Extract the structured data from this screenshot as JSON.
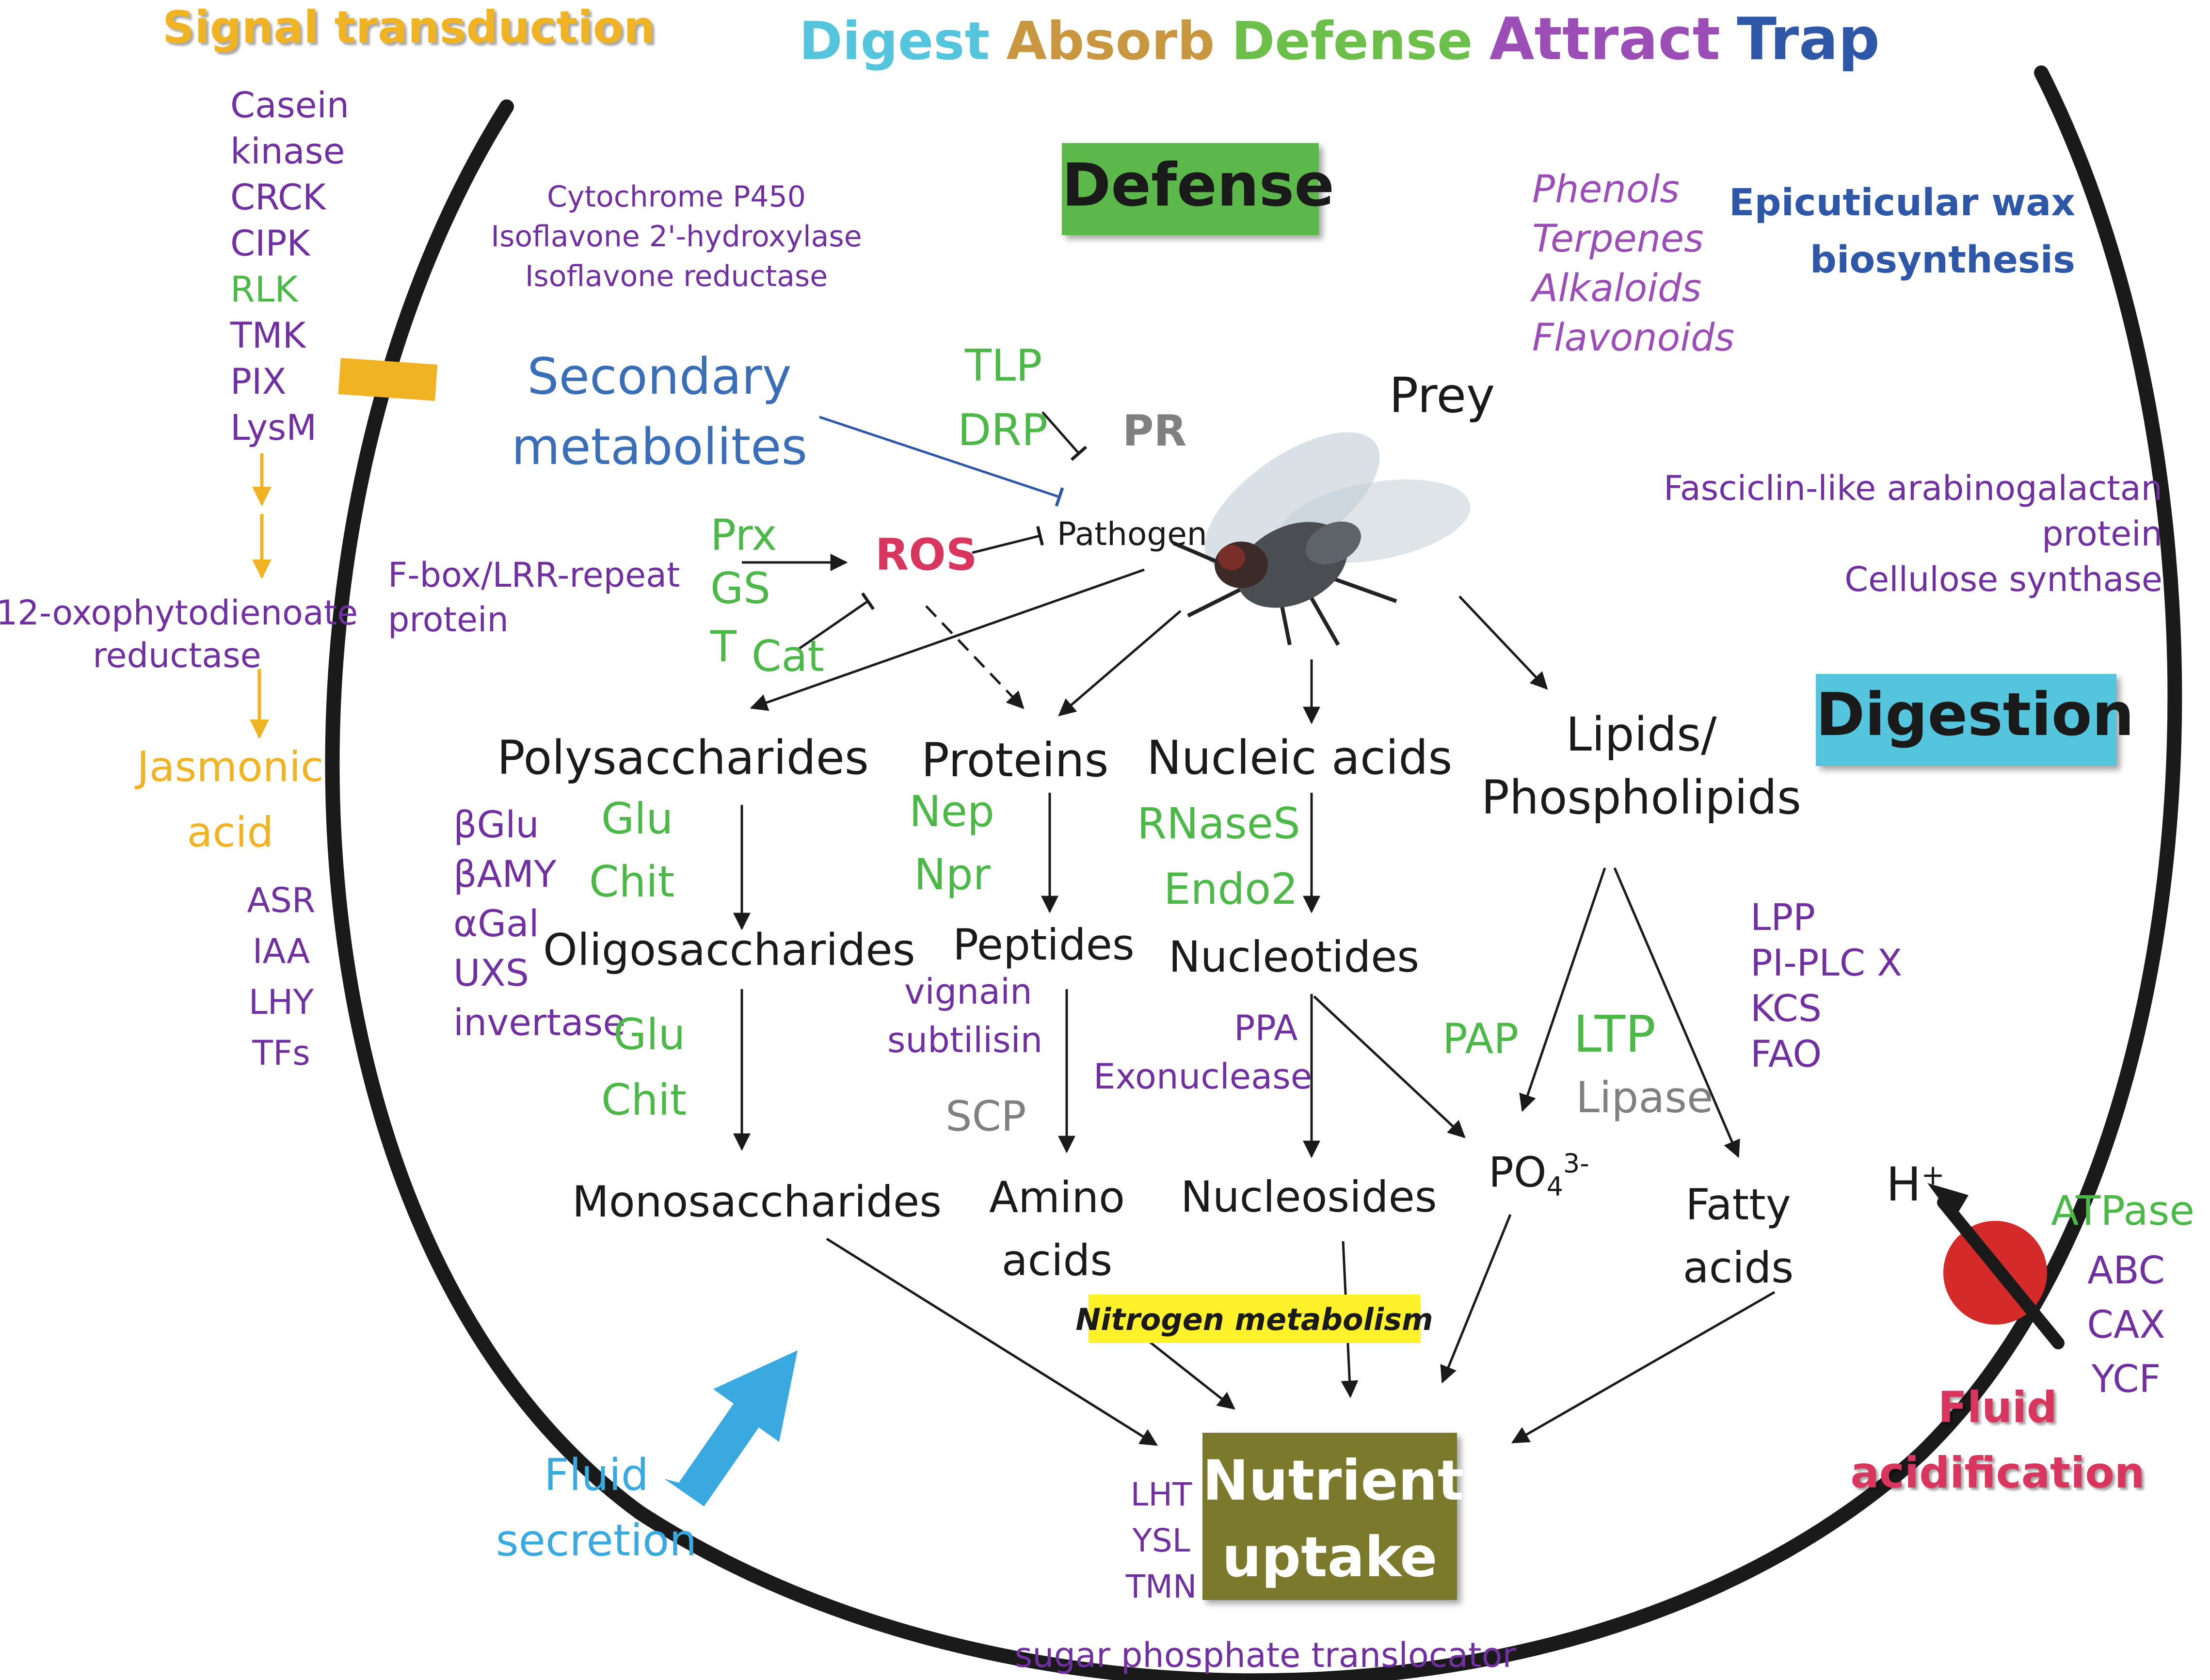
{
  "header": {
    "signal": "Signal transduction",
    "digest": "Digest",
    "absorb": "Absorb",
    "defense": "Defense",
    "attract": "Attract",
    "trap": "Trap"
  },
  "colors": {
    "purple": "#7030a0",
    "green": "#4cb848",
    "gray": "#808080",
    "black": "#1a1a1a",
    "navy": "#2f57a8",
    "signal_yellow": "#f0b323",
    "defense_box": "#5db84b",
    "digestion_box": "#54c5dd",
    "nutrient_box": "#7b7a2c",
    "nitrogen_box": "#fff22b",
    "h_ball": "#d42a2a",
    "fluid_arrow": "#3aa9df"
  },
  "signal": {
    "receptors": [
      "Casein",
      "kinase",
      "CRCK",
      "CIPK",
      "RLK",
      "TMK",
      "PIX",
      "LysM"
    ],
    "oxo": [
      "12-oxophytodienoate",
      "reductase"
    ],
    "jasmonic": [
      "Jasmonic",
      "acid"
    ],
    "responses": [
      "ASR",
      "IAA",
      "LHY",
      "TFs"
    ]
  },
  "defense": {
    "label": "Defense",
    "enzymes": [
      "Cytochrome P450",
      "Isoflavone 2'-hydroxylase",
      "Isoflavone reductase"
    ],
    "secondary": [
      "Secondary",
      "metabolites"
    ],
    "tlp": "TLP",
    "drp": "DRP",
    "pr": "PR",
    "pathogen": "Pathogen",
    "prey": "Prey",
    "ros": "ROS",
    "prx": "Prx",
    "gs": "GS",
    "t": "T",
    "cat": "Cat",
    "fbox": [
      "F-box/LRR-repeat",
      "protein"
    ],
    "compounds": [
      "Phenols",
      "Terpenes",
      "Alkaloids",
      "Flavonoids"
    ],
    "wax": [
      "Epicuticular wax",
      "biosynthesis"
    ]
  },
  "cellwall": [
    "Fasciclin-like arabinogalactan",
    "protein",
    "Cellulose synthase"
  ],
  "digestion": {
    "label": "Digestion",
    "polysaccharides": "Polysaccharides",
    "proteins": "Proteins",
    "nucleic": "Nucleic acids",
    "lipids": [
      "Lipids/",
      "Phospholipids"
    ],
    "carb_enzymes": [
      "βGlu",
      "βAMY",
      "αGal",
      "UXS",
      "invertase"
    ],
    "glu1": "Glu",
    "chit1": "Chit",
    "oligo": "Oligosaccharides",
    "glu2": "Glu",
    "chit2": "Chit",
    "mono": "Monosaccharides",
    "nep": "Nep",
    "npr": "Npr",
    "peptides": "Peptides",
    "vignain": "vignain",
    "subtilisin": "subtilisin",
    "scp": "SCP",
    "amino": [
      "Amino",
      "acids"
    ],
    "rnases": "RNaseS",
    "endo2": "Endo2",
    "nucleotides": "Nucleotides",
    "ppa": "PPA",
    "exonuclease": "Exonuclease",
    "nucleosides": "Nucleosides",
    "po4_base": "PO",
    "po4_sub": "4",
    "po4_sup": "3-",
    "pap": "PAP",
    "ltp": "LTP",
    "lipase": "Lipase",
    "fatty": [
      "Fatty",
      "acids"
    ],
    "lipid_enzymes": [
      "LPP",
      "PI-PLC X",
      "KCS",
      "FAO"
    ]
  },
  "uptake": {
    "nitrogen": "Nitrogen metabolism",
    "nutrient": [
      "Nutrient",
      "uptake"
    ],
    "transporters": [
      "LHT",
      "YSL",
      "TMN"
    ],
    "sugar": "sugar phosphate translocator"
  },
  "fluid": {
    "secretion": [
      "Fluid",
      "secretion"
    ],
    "h_base": "H",
    "h_sup": "+",
    "pumps": [
      "ATPase",
      "ABC",
      "CAX",
      "YCF"
    ],
    "acidification": [
      "Fluid",
      "acidification"
    ]
  }
}
